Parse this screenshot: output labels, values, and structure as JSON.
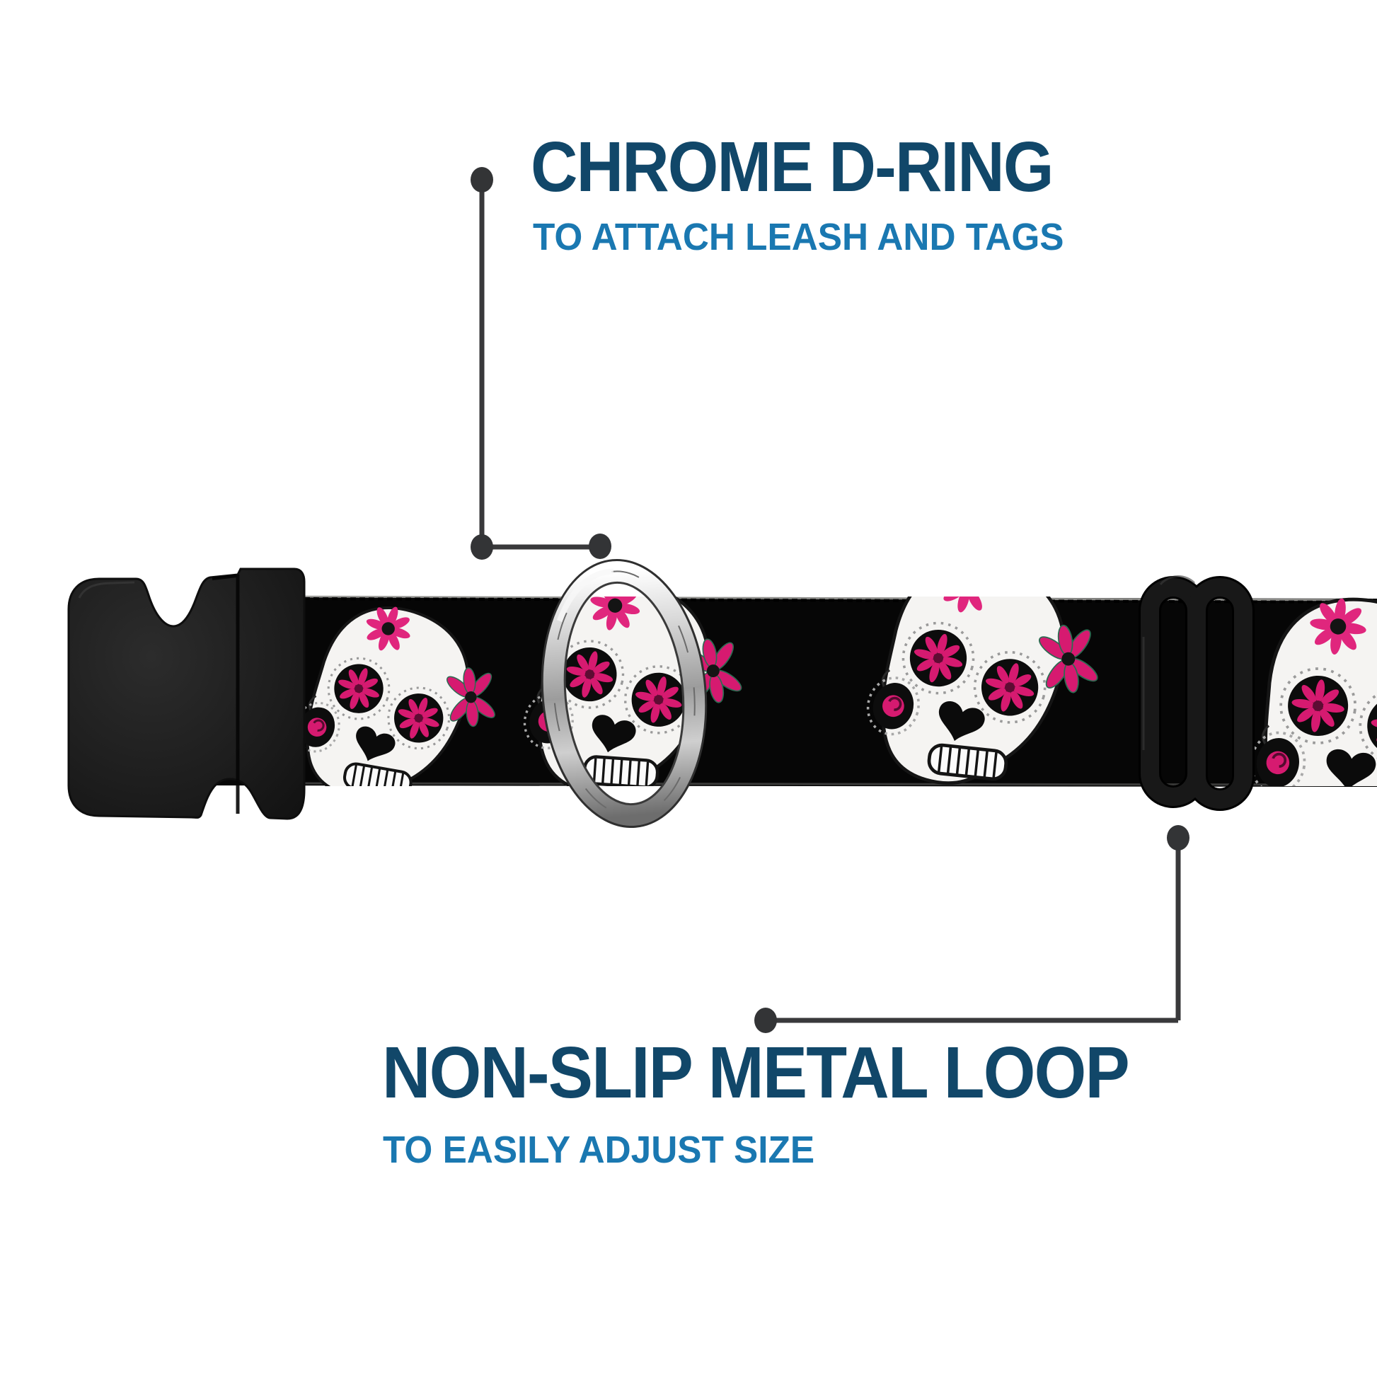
{
  "callouts": {
    "d_ring": {
      "title": "CHROME D-RING",
      "subtitle": "TO ATTACH LEASH AND TAGS"
    },
    "metal_loop": {
      "title": "NON-SLIP METAL LOOP",
      "subtitle": "TO EASILY ADJUST SIZE"
    }
  },
  "colors": {
    "background": "#ffffff",
    "title_text": "#114769",
    "subtitle_text": "#1a78b1",
    "callout_line": "#39393b",
    "strap_black": "#060606",
    "buckle_black": "#1d1d1d",
    "chrome_light": "#f2f2f2",
    "chrome_dark": "#707070",
    "skull_white": "#f5f4f2",
    "skull_pink": "#d61a70"
  },
  "product": {
    "parts": [
      {
        "name": "side-release-buckle"
      },
      {
        "name": "sugar-skull-webbing-strap"
      },
      {
        "name": "chrome-d-ring"
      },
      {
        "name": "non-slip-metal-loop"
      }
    ]
  }
}
